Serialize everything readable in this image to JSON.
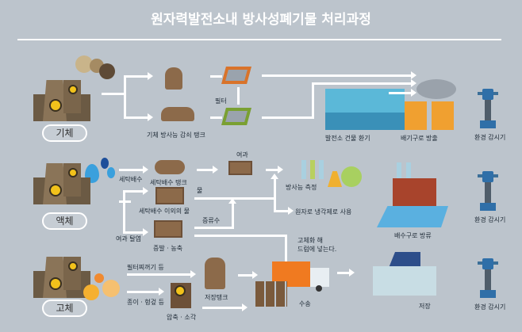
{
  "title": "원자력발전소내 방사성폐기물 처리과정",
  "categories": {
    "gas": "기체",
    "liquid": "액체",
    "solid": "고체"
  },
  "gas": {
    "decay_tank": "기체 방사능 감쇠 탱크",
    "filter": "필터",
    "building_vent": "발전소 건물 환기",
    "stack_release": "배기구로 방출",
    "monitor": "환경 감시기"
  },
  "liquid": {
    "laundry": "세탁배수",
    "laundry_tank": "세탁배수 탱크",
    "filtration": "여과",
    "radio_measure": "방사능 측정",
    "water": "물",
    "other_water": "세탁배수 이외의 물",
    "reactor_coolant": "원자로 냉각제로 사용",
    "distilled": "증류수",
    "filter_demin": "여과 탈염",
    "evap": "증발 · 농축",
    "solidify_1": "고체화 해",
    "solidify_2": "드럼에 넣는다.",
    "discharge": "배수구로 방류",
    "monitor": "환경 감시기"
  },
  "solid": {
    "filter_residue": "필터찌꺼기 등",
    "paper_cloth": "종이 · 헝겊 등",
    "storage_tank": "저장탱크",
    "compress": "압축 · 소각",
    "transport": "수송",
    "storage": "저장",
    "monitor": "환경 감시기"
  },
  "colors": {
    "background": "#bcc4cc",
    "waste_brown": "#8c6a4a",
    "monitor_blue": "#2f6fa8"
  }
}
